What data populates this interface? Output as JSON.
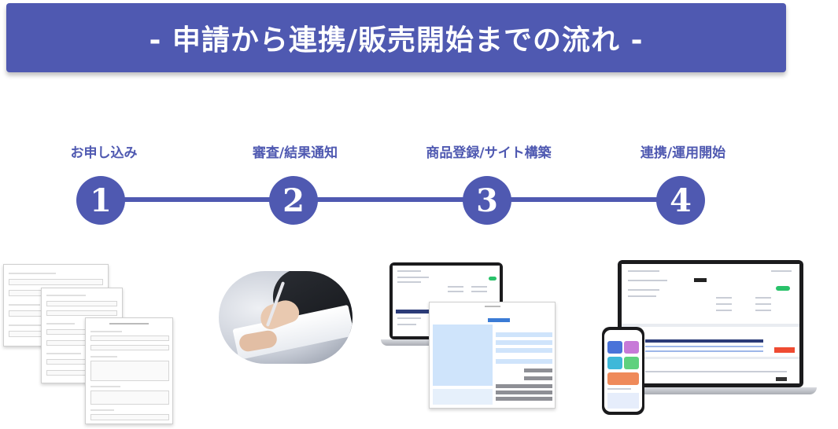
{
  "banner": {
    "title": "- 申請から連携/販売開始までの流れ -"
  },
  "steps": [
    {
      "number": "1",
      "label": "お申し込み"
    },
    {
      "number": "2",
      "label": "審査/結果通知"
    },
    {
      "number": "3",
      "label": "商品登録/サイト構築"
    },
    {
      "number": "4",
      "label": "連携/運用開始"
    }
  ],
  "colors": {
    "accent": "#4f59b1",
    "banner_text": "#ffffff"
  },
  "illustrations": {
    "step1": "application-form-documents",
    "step2": "hand-writing-signature-photo",
    "step3": "laptop-with-product-registration-form",
    "step4": "laptop-and-smartphone-dashboard"
  }
}
